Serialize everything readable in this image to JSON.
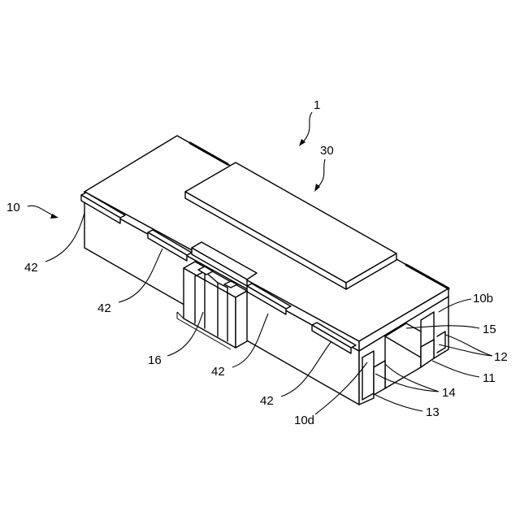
{
  "figure": {
    "labels": {
      "assembly": "1",
      "cover": "30",
      "body": "10",
      "rail_a": "42",
      "rail_b": "42",
      "rail_c": "42",
      "rail_d": "42",
      "latch": "16",
      "face_10b": "10b",
      "face_10d": "10d",
      "p15": "15",
      "p12": "12",
      "p11": "11",
      "p14": "14",
      "p13": "13"
    }
  }
}
